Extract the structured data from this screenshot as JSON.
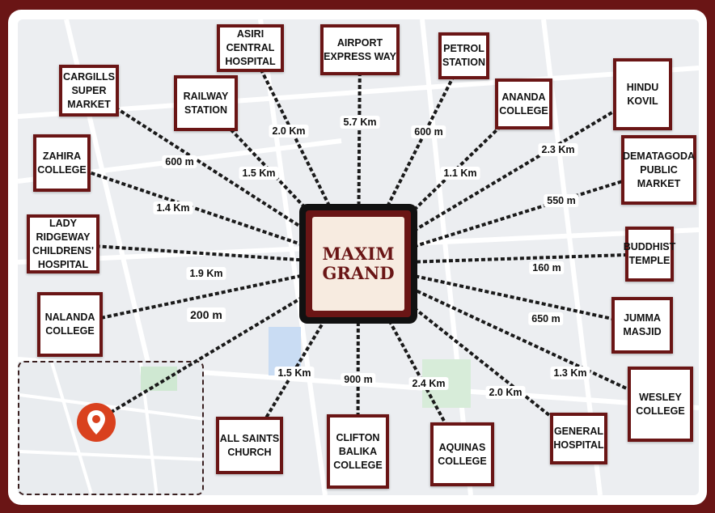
{
  "center": {
    "title": "MAXIM\nGRAND"
  },
  "colors": {
    "frame": "#6a1515",
    "box_border": "#6a1515",
    "line": "#1a1a1a",
    "pin": "#d9411e"
  },
  "inset_map": {
    "icon": "location-pin-icon"
  },
  "places": [
    {
      "name": "CARGILLS\nSUPER\nMARKET",
      "distance": "600 m"
    },
    {
      "name": "ASIRI\nCENTRAL\nHOSPITAL",
      "distance": "2.0 Km"
    },
    {
      "name": "RAILWAY\nSTATION",
      "distance": "1.5 Km"
    },
    {
      "name": "AIRPORT\nEXPRESS WAY",
      "distance": "5.7 Km"
    },
    {
      "name": "PETROL\nSTATION",
      "distance": "600 m"
    },
    {
      "name": "ANANDA\nCOLLEGE",
      "distance": "1.1 Km"
    },
    {
      "name": "HINDU\nKOVIL",
      "distance": "2.3 Km"
    },
    {
      "name": "ZAHIRA\nCOLLEGE",
      "distance": "1.4 Km"
    },
    {
      "name": "DEMATAGODA\nPUBLIC\nMARKET",
      "distance": "550 m"
    },
    {
      "name": "LADY\nRIDGEWAY\nCHILDRENS'\nHOSPITAL",
      "distance": "1.9 Km"
    },
    {
      "name": "BUDDHIST\nTEMPLE",
      "distance": "160 m"
    },
    {
      "name": "NALANDA\nCOLLEGE",
      "distance": "200 m"
    },
    {
      "name": "JUMMA\nMASJID",
      "distance": "650 m"
    },
    {
      "name": "WESLEY\nCOLLEGE",
      "distance": "1.3 Km"
    },
    {
      "name": "ALL SAINTS\nCHURCH",
      "distance": "1.5 Km"
    },
    {
      "name": "CLIFTON\nBALIKA\nCOLLEGE",
      "distance": "900 m"
    },
    {
      "name": "AQUINAS\nCOLLEGE",
      "distance": "2.4 Km"
    },
    {
      "name": "GENERAL\nHOSPITAL",
      "distance": "2.0 Km"
    }
  ]
}
